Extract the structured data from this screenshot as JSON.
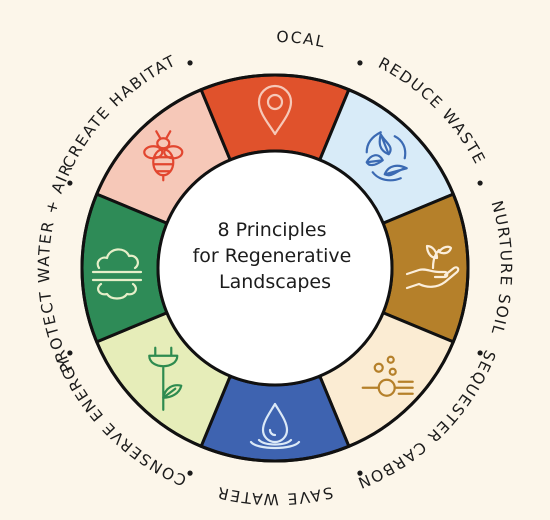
{
  "title_lines": [
    "8 Principles",
    "for Regenerative",
    "Landscapes"
  ],
  "principles": [
    {
      "label": "CREATE HABITAT",
      "color": "#f6c8b8",
      "icon": "bee-icon",
      "icon_color": "#e2462f"
    },
    {
      "label": "ACT LOCAL",
      "color": "#e0522c",
      "icon": "map-pin-icon",
      "icon_color": "#f6c8b8"
    },
    {
      "label": "REDUCE WASTE",
      "color": "#d8ebf8",
      "icon": "recycle-leaf-icon",
      "icon_color": "#3b6ab3"
    },
    {
      "label": "NURTURE SOIL",
      "color": "#b5802a",
      "icon": "hand-sprout-icon",
      "icon_color": "#fbeedb"
    },
    {
      "label": "SEQUESTER CARBON",
      "color": "#fbecd3",
      "icon": "carbon-icon",
      "icon_color": "#b5802a"
    },
    {
      "label": "SAVE WATER",
      "color": "#3e63b0",
      "icon": "water-drop-icon",
      "icon_color": "#dbe9f7"
    },
    {
      "label": "CONSERVE ENERGY",
      "color": "#e6edb9",
      "icon": "plug-sprout-icon",
      "icon_color": "#2e8b4f"
    },
    {
      "label": "PROTECT WATER + AIR",
      "color": "#2e8b57",
      "icon": "cloud-icon",
      "icon_color": "#e6efc9"
    }
  ]
}
